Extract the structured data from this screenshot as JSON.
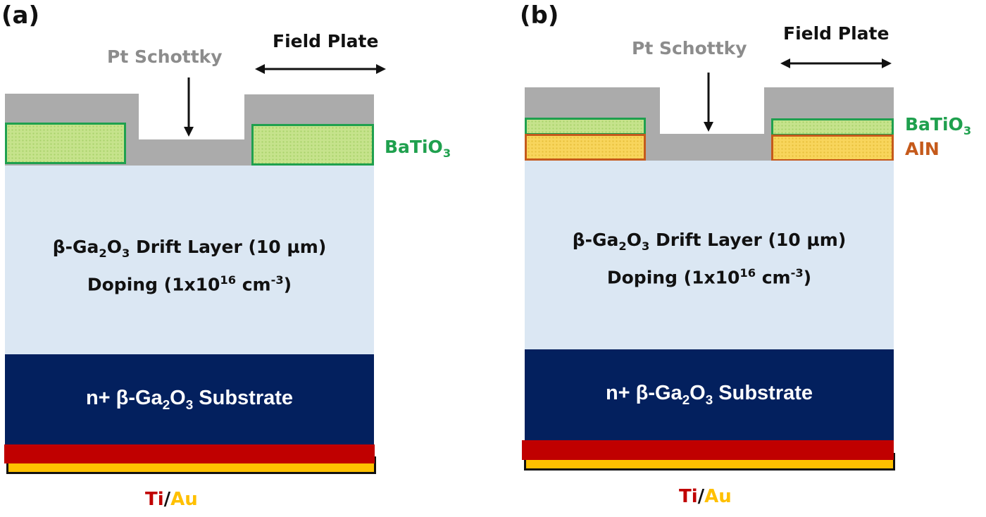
{
  "panels": [
    {
      "id": "a",
      "label": "(a)",
      "schottky_label": "Pt Schottky",
      "field_plate_label": "Field Plate",
      "dielectrics": [
        {
          "name": "BaTiO",
          "sub": "3",
          "color": "#1fa04e"
        }
      ],
      "drift": {
        "line1_prefix": "β-Ga",
        "line1_sub1": "2",
        "line1_mid": "O",
        "line1_sub2": "3",
        "line1_suffix": " Drift Layer (10 µm)",
        "line2_prefix": "Doping (1x10",
        "line2_sup1": "16",
        "line2_mid": " cm",
        "line2_sup2": "-3",
        "line2_suffix": ")"
      },
      "substrate": {
        "prefix": "n+ β-Ga",
        "sub1": "2",
        "mid": "O",
        "sub2": "3",
        "suffix": " Substrate"
      },
      "contact": {
        "ti": "Ti",
        "slash": "/",
        "au": "Au"
      }
    },
    {
      "id": "b",
      "label": "(b)",
      "schottky_label": "Pt Schottky",
      "field_plate_label": "Field Plate",
      "dielectrics": [
        {
          "name": "BaTiO",
          "sub": "3",
          "color": "#1fa04e"
        },
        {
          "name": "AlN",
          "sub": "",
          "color": "#c55a1b"
        }
      ],
      "drift": {
        "line1_prefix": "β-Ga",
        "line1_sub1": "2",
        "line1_mid": "O",
        "line1_sub2": "3",
        "line1_suffix": " Drift Layer (10 µm)",
        "line2_prefix": "Doping (1x10",
        "line2_sup1": "16",
        "line2_mid": " cm",
        "line2_sup2": "-3",
        "line2_suffix": ")"
      },
      "substrate": {
        "prefix": "n+ β-Ga",
        "sub1": "2",
        "mid": "O",
        "sub2": "3",
        "suffix": " Substrate"
      },
      "contact": {
        "ti": "Ti",
        "slash": "/",
        "au": "Au"
      }
    }
  ],
  "colors": {
    "metal": "#ababab",
    "drift_layer": "#dbe7f3",
    "substrate": "#03205e",
    "ti": "#c00000",
    "au": "#ffc000",
    "batio3": "#1fa04e",
    "aln": "#c55a1b"
  }
}
